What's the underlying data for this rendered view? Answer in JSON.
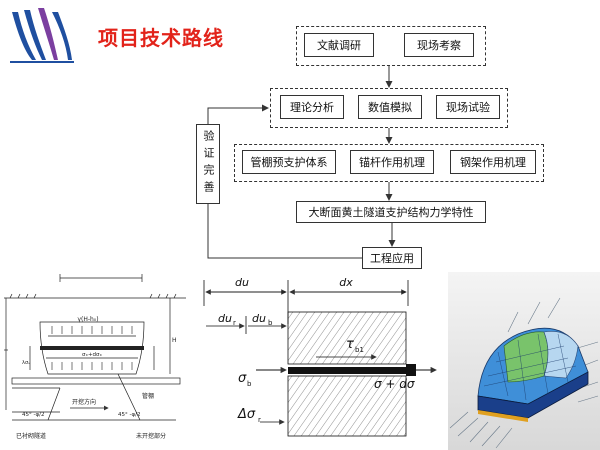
{
  "header": {
    "title": "项目技术路线"
  },
  "flow": {
    "row1": [
      "文献调研",
      "现场考察"
    ],
    "row2": [
      "理论分析",
      "数值模拟",
      "现场试验"
    ],
    "row3": [
      "管棚预支护体系",
      "锚杆作用机理",
      "钢架作用机理"
    ],
    "result": "大断面黄土隧道支护结构力学特性",
    "application": "工程应用",
    "feedback": "验证完善"
  },
  "left_figure": {
    "load_label": "γ(H-h₀)",
    "stress_label": "σₓ+dσₓ",
    "direction": "开挖方向",
    "pipe": "管棚",
    "angle_left": "45° -φ/2",
    "angle_right": "45° -φ/2",
    "lined": "已衬砌隧道",
    "unexcavated": "未开挖部分",
    "h_label": "H",
    "lambda_label": "λσᵥ"
  },
  "mid_figure": {
    "du": "du",
    "dx": "dx",
    "dur": "du",
    "dur_sub": "r",
    "dub": "du",
    "dub_sub": "b",
    "tau": "τ",
    "tau_sub": "b1",
    "sigma_b": "σ",
    "sigma_b_sub": "b",
    "sigma_b_d": "σ  + dσ",
    "delta_sigma": "Δσ",
    "delta_sub": "r"
  },
  "colors": {
    "title": "#e2231a",
    "logo_blue": "#1f4fa0",
    "logo_purple": "#7b3fa0"
  }
}
